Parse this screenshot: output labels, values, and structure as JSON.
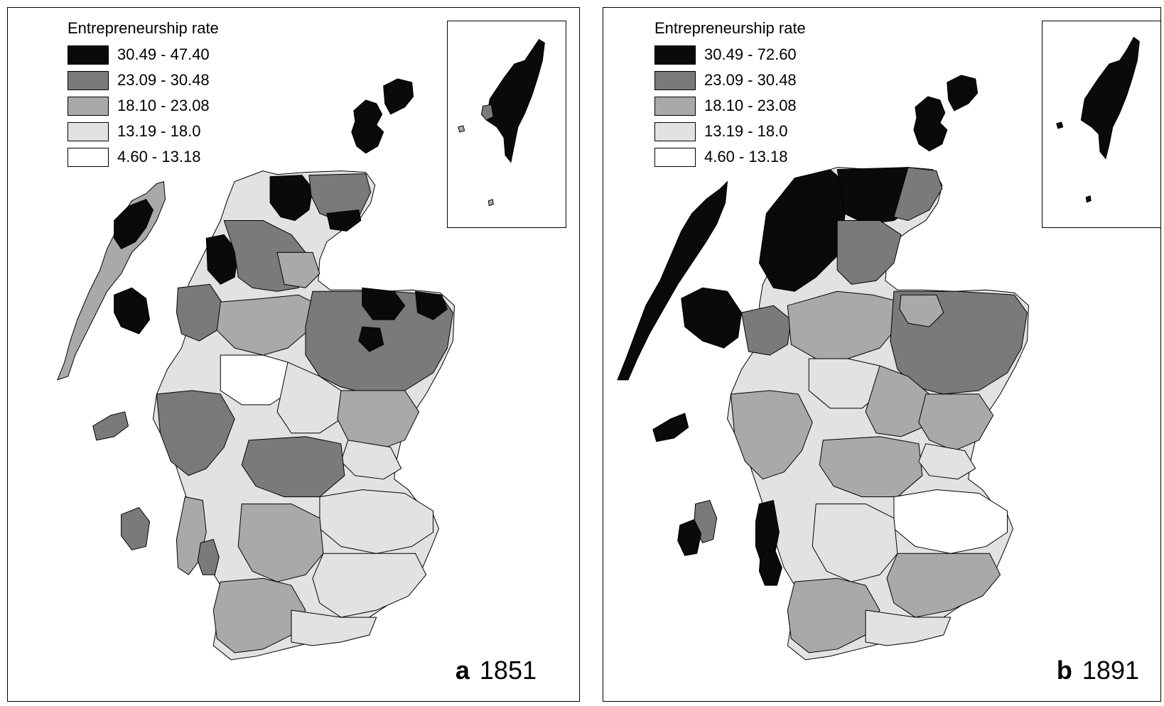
{
  "legend_title": "Entrepreneurship rate",
  "colors": {
    "class_1": "#0a0a0a",
    "class_2": "#7a7a7a",
    "class_3": "#a9a9a9",
    "class_4": "#e2e2e2",
    "class_5": "#ffffff"
  },
  "panels": [
    {
      "letter": "a",
      "year": "1851",
      "legend": [
        {
          "label": "30.49 - 47.40",
          "color": "#0a0a0a"
        },
        {
          "label": "23.09 - 30.48",
          "color": "#7a7a7a"
        },
        {
          "label": "18.10 - 23.08",
          "color": "#a9a9a9"
        },
        {
          "label": "13.19 - 18.0",
          "color": "#e2e2e2"
        },
        {
          "label": "4.60 - 13.18",
          "color": "#ffffff"
        }
      ]
    },
    {
      "letter": "b",
      "year": "1891",
      "legend": [
        {
          "label": "30.49 - 72.60",
          "color": "#0a0a0a"
        },
        {
          "label": "23.09 - 30.48",
          "color": "#7a7a7a"
        },
        {
          "label": "18.10 - 23.08",
          "color": "#a9a9a9"
        },
        {
          "label": "13.19 - 18.0",
          "color": "#e2e2e2"
        },
        {
          "label": "4.60 - 13.18",
          "color": "#ffffff"
        }
      ]
    }
  ]
}
